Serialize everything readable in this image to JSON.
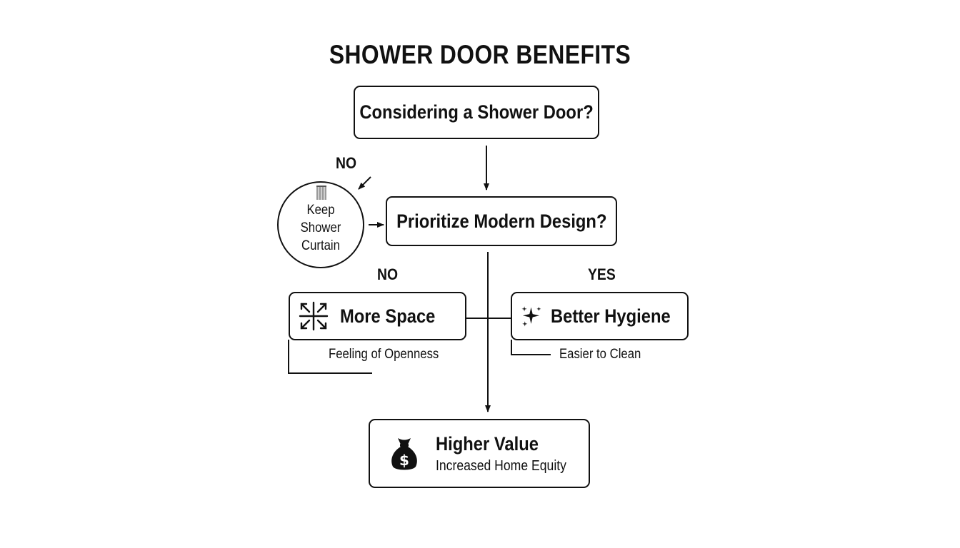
{
  "title": "SHOWER DOOR BENEFITS",
  "nodes": {
    "start": {
      "label": "Considering a Shower Door?"
    },
    "modern": {
      "label": "Prioritize Modern Design?"
    },
    "curtain": {
      "lines": [
        "Keep",
        "Shower",
        "Curtain"
      ],
      "icon": "shower-curtain-icon"
    },
    "space": {
      "label": "More Space",
      "detail": "Feeling of Openness",
      "icon": "expand-arrows-icon"
    },
    "hygiene": {
      "label": "Better Hygiene",
      "detail": "Easier to Clean",
      "icon": "sparkles-icon"
    },
    "value": {
      "label": "Higher Value",
      "detail": "Increased Home Equity",
      "icon": "money-bag-icon"
    }
  },
  "edges": {
    "no_top": "NO",
    "no_left": "NO",
    "yes_right": "YES"
  },
  "colors": {
    "stroke": "#111111",
    "background": "#ffffff"
  }
}
